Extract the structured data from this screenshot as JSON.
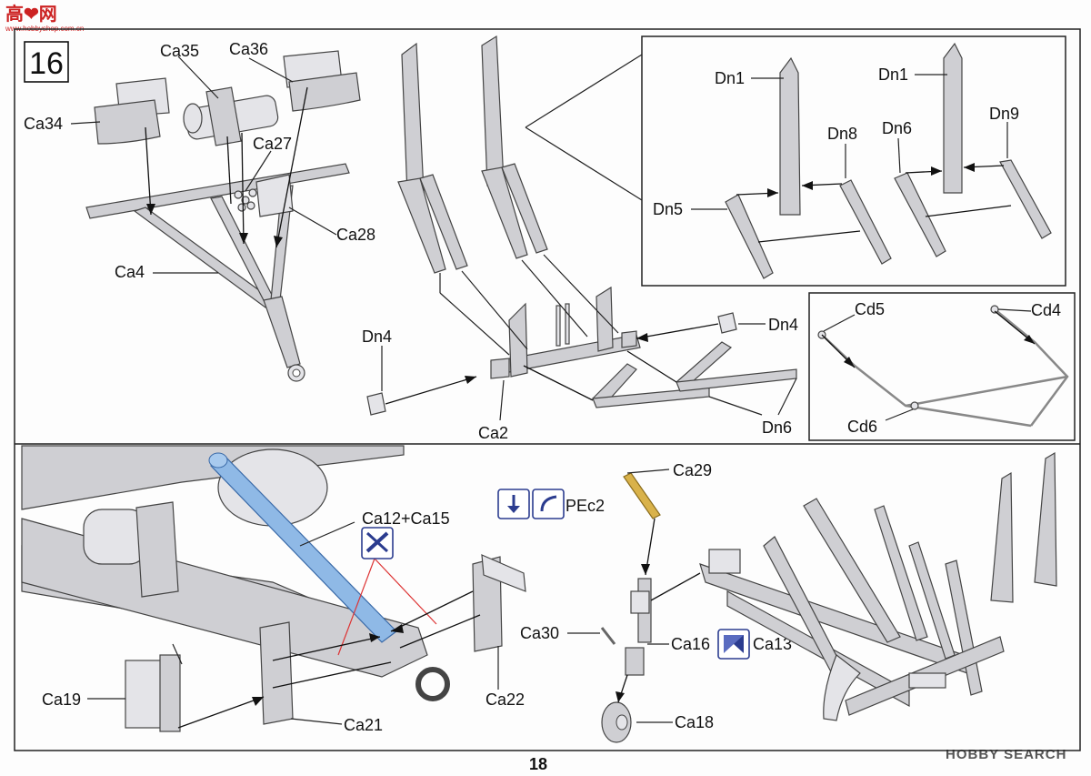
{
  "step_number": "16",
  "page_number": "18",
  "watermark_top": "高❤网",
  "watermark_top_url": "www.hobbyshop.com.cn",
  "watermark_bottom": "HOBBY SEARCH",
  "labels": {
    "Ca34": "Ca34",
    "Ca35": "Ca35",
    "Ca36": "Ca36",
    "Ca27": "Ca27",
    "Ca28": "Ca28",
    "Ca4": "Ca4",
    "Dn1a": "Dn1",
    "Dn1b": "Dn1",
    "Dn8": "Dn8",
    "Dn6a": "Dn6",
    "Dn9": "Dn9",
    "Dn5": "Dn5",
    "Dn4a": "Dn4",
    "Dn4b": "Dn4",
    "Ca2": "Ca2",
    "Dn6b": "Dn6",
    "Cd5": "Cd5",
    "Cd4": "Cd4",
    "Cd6": "Cd6",
    "Ca12Ca15": "Ca12+Ca15",
    "Ca19": "Ca19",
    "Ca21": "Ca21",
    "Ca22": "Ca22",
    "Ca29": "Ca29",
    "PEc2": "PEc2",
    "Ca30": "Ca30",
    "Ca16": "Ca16",
    "Ca13": "Ca13",
    "Ca18": "Ca18"
  },
  "colors": {
    "accent_blue": "#2b3c8f",
    "part_blue": "#8fb9e6",
    "red_guide": "#d33333",
    "brass": "#d9b24a"
  }
}
